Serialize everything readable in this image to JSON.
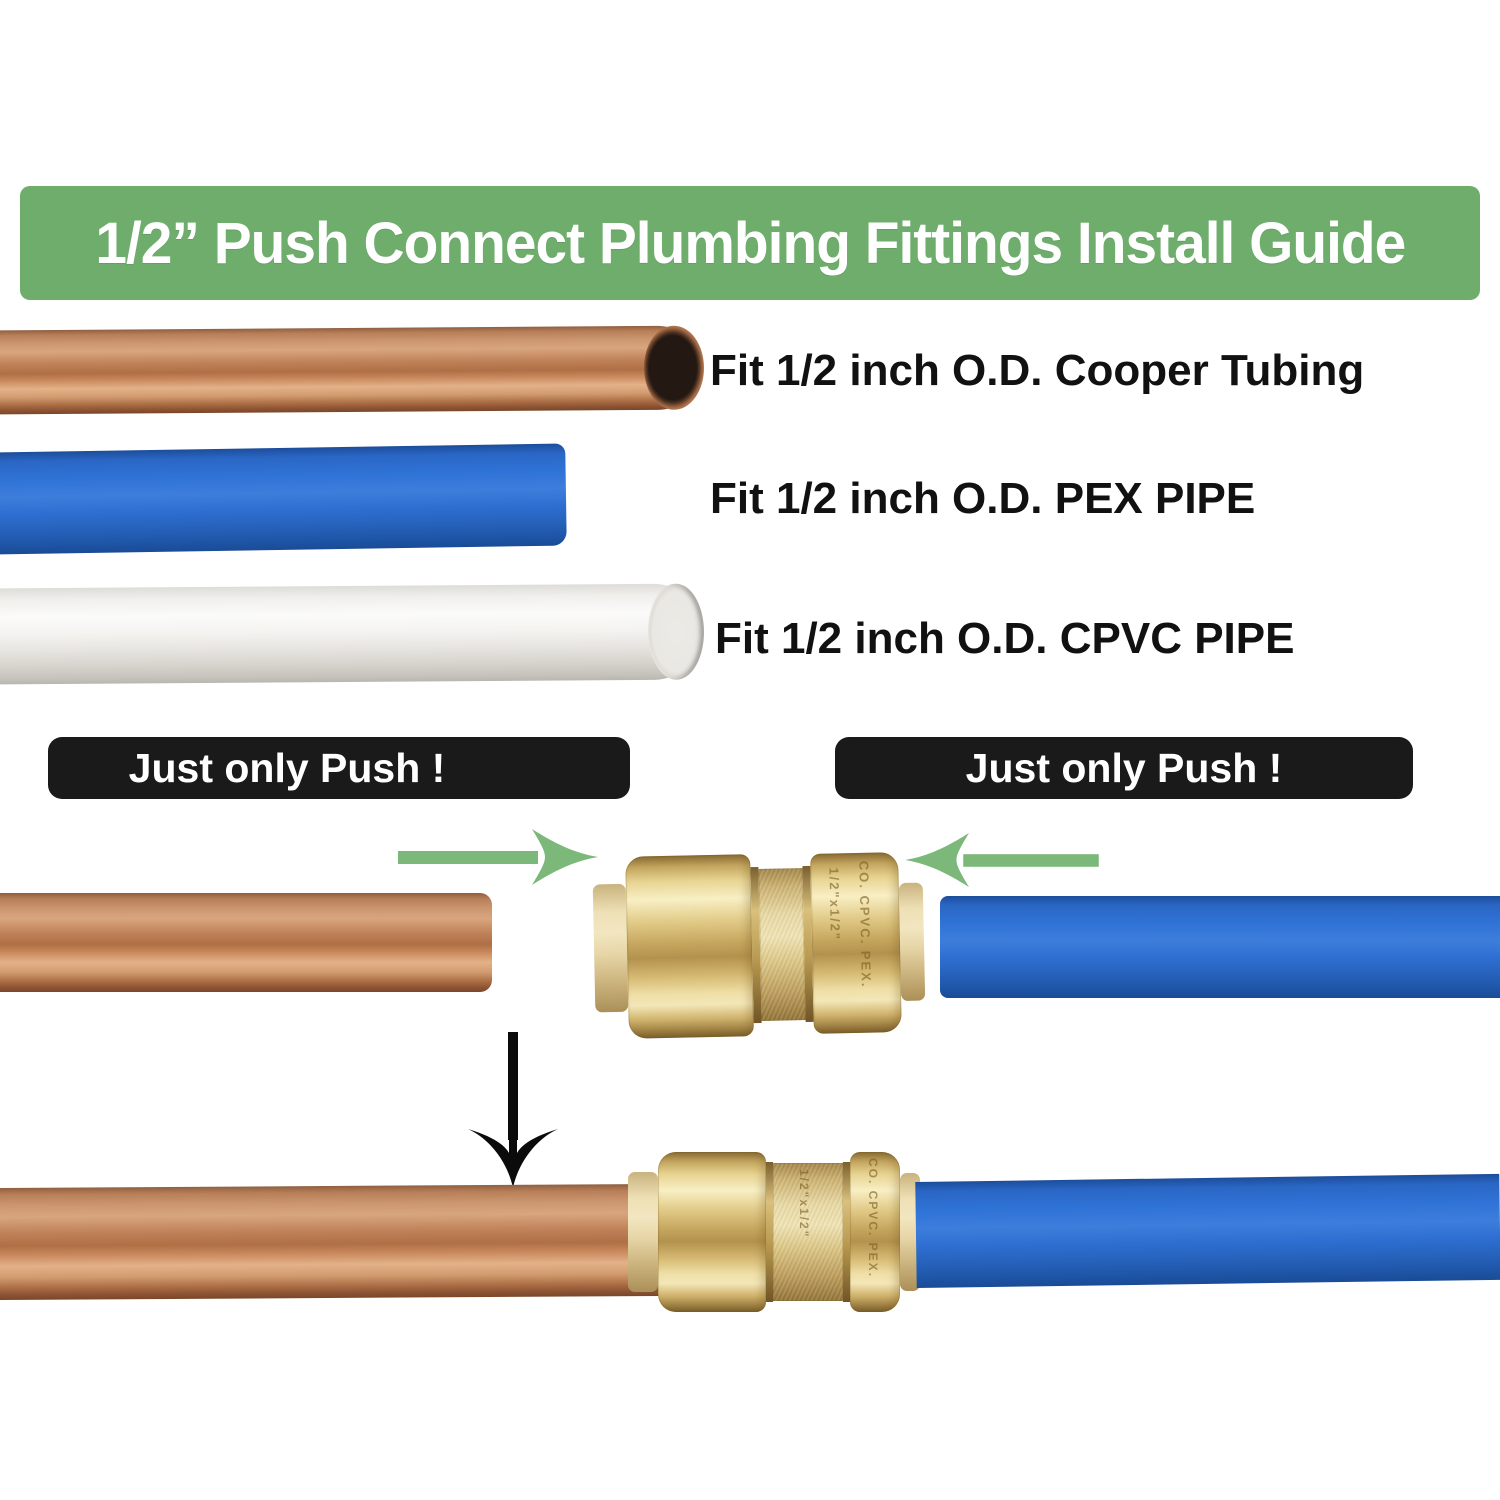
{
  "header": {
    "title": "1/2” Push Connect Plumbing Fittings Install Guide"
  },
  "labels": {
    "copper": "Fit 1/2 inch O.D. Cooper Tubing",
    "pex": "Fit 1/2 inch O.D. PEX PIPE",
    "cpvc": "Fit 1/2 inch O.D. CPVC PIPE"
  },
  "banners": {
    "left": "Just only Push !",
    "right": "Just only Push !"
  },
  "fitting": {
    "marking": "CO. CPVC. PEX.",
    "size_marking": "1/2\"x1/2\""
  },
  "icons": {
    "push_arrow_right": "green-arrow-right",
    "push_arrow_left": "green-arrow-left",
    "down_arrow": "black-arrow-down"
  },
  "colors": {
    "banner_green": "#6ead6c",
    "arrow_green": "#7bb879",
    "banner_black": "#1a1a1a",
    "text_black": "#111111",
    "text_white": "#ffffff",
    "copper_main": "#c08259",
    "pex_blue": "#2f6fd2",
    "cpvc_white": "#f2f1ee",
    "brass_main": "#d8bf7f",
    "collar_cream": "#ecddb0"
  }
}
